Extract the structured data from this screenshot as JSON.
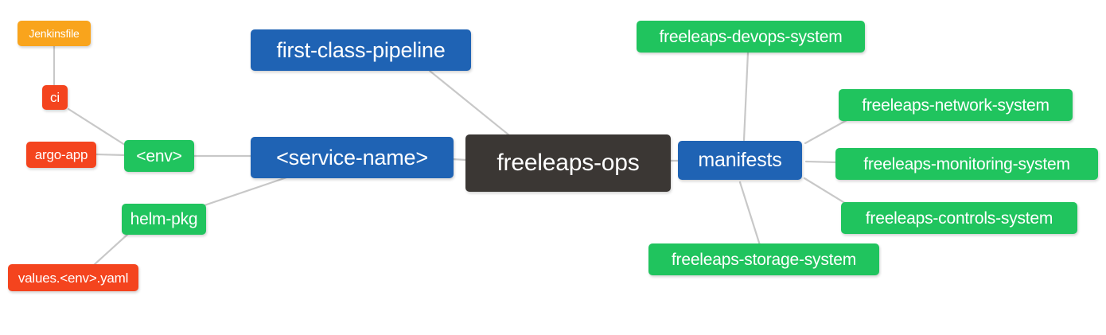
{
  "diagram": {
    "title": "freeleaps-ops repository structure mindmap",
    "background": "#ffffff",
    "edge_color": "#c8c8c8",
    "palette": {
      "root": "#3b3734",
      "blue": "#1f63b4",
      "green": "#20c45e",
      "orange": "#f9a41c",
      "red": "#f4441e",
      "text": "#ffffff"
    }
  },
  "nodes": {
    "root": {
      "label": "freeleaps-ops",
      "color": "root"
    },
    "first_class_pipeline": {
      "label": "first-class-pipeline",
      "color": "blue"
    },
    "service_name": {
      "label": "<service-name>",
      "color": "blue"
    },
    "manifests": {
      "label": "manifests",
      "color": "blue"
    },
    "env": {
      "label": "<env>",
      "color": "green"
    },
    "helm_pkg": {
      "label": "helm-pkg",
      "color": "green"
    },
    "jenkinsfile": {
      "label": "Jenkinsfile",
      "color": "orange"
    },
    "ci": {
      "label": "ci",
      "color": "red"
    },
    "argo_app": {
      "label": "argo-app",
      "color": "red"
    },
    "values_yaml": {
      "label": "values.<env>.yaml",
      "color": "red"
    },
    "devops_system": {
      "label": "freeleaps-devops-system",
      "color": "green"
    },
    "network_system": {
      "label": "freeleaps-network-system",
      "color": "green"
    },
    "monitoring_system": {
      "label": "freeleaps-monitoring-system",
      "color": "green"
    },
    "controls_system": {
      "label": "freeleaps-controls-system",
      "color": "green"
    },
    "storage_system": {
      "label": "freeleaps-storage-system",
      "color": "green"
    }
  },
  "edges": [
    {
      "from": "first_class_pipeline",
      "to": "root"
    },
    {
      "from": "service_name",
      "to": "root"
    },
    {
      "from": "root",
      "to": "manifests"
    },
    {
      "from": "env",
      "to": "service_name"
    },
    {
      "from": "helm_pkg",
      "to": "service_name"
    },
    {
      "from": "jenkinsfile",
      "to": "ci"
    },
    {
      "from": "ci",
      "to": "env"
    },
    {
      "from": "argo_app",
      "to": "env"
    },
    {
      "from": "values_yaml",
      "to": "helm_pkg"
    },
    {
      "from": "manifests",
      "to": "devops_system"
    },
    {
      "from": "manifests",
      "to": "network_system"
    },
    {
      "from": "manifests",
      "to": "monitoring_system"
    },
    {
      "from": "manifests",
      "to": "controls_system"
    },
    {
      "from": "manifests",
      "to": "storage_system"
    }
  ]
}
